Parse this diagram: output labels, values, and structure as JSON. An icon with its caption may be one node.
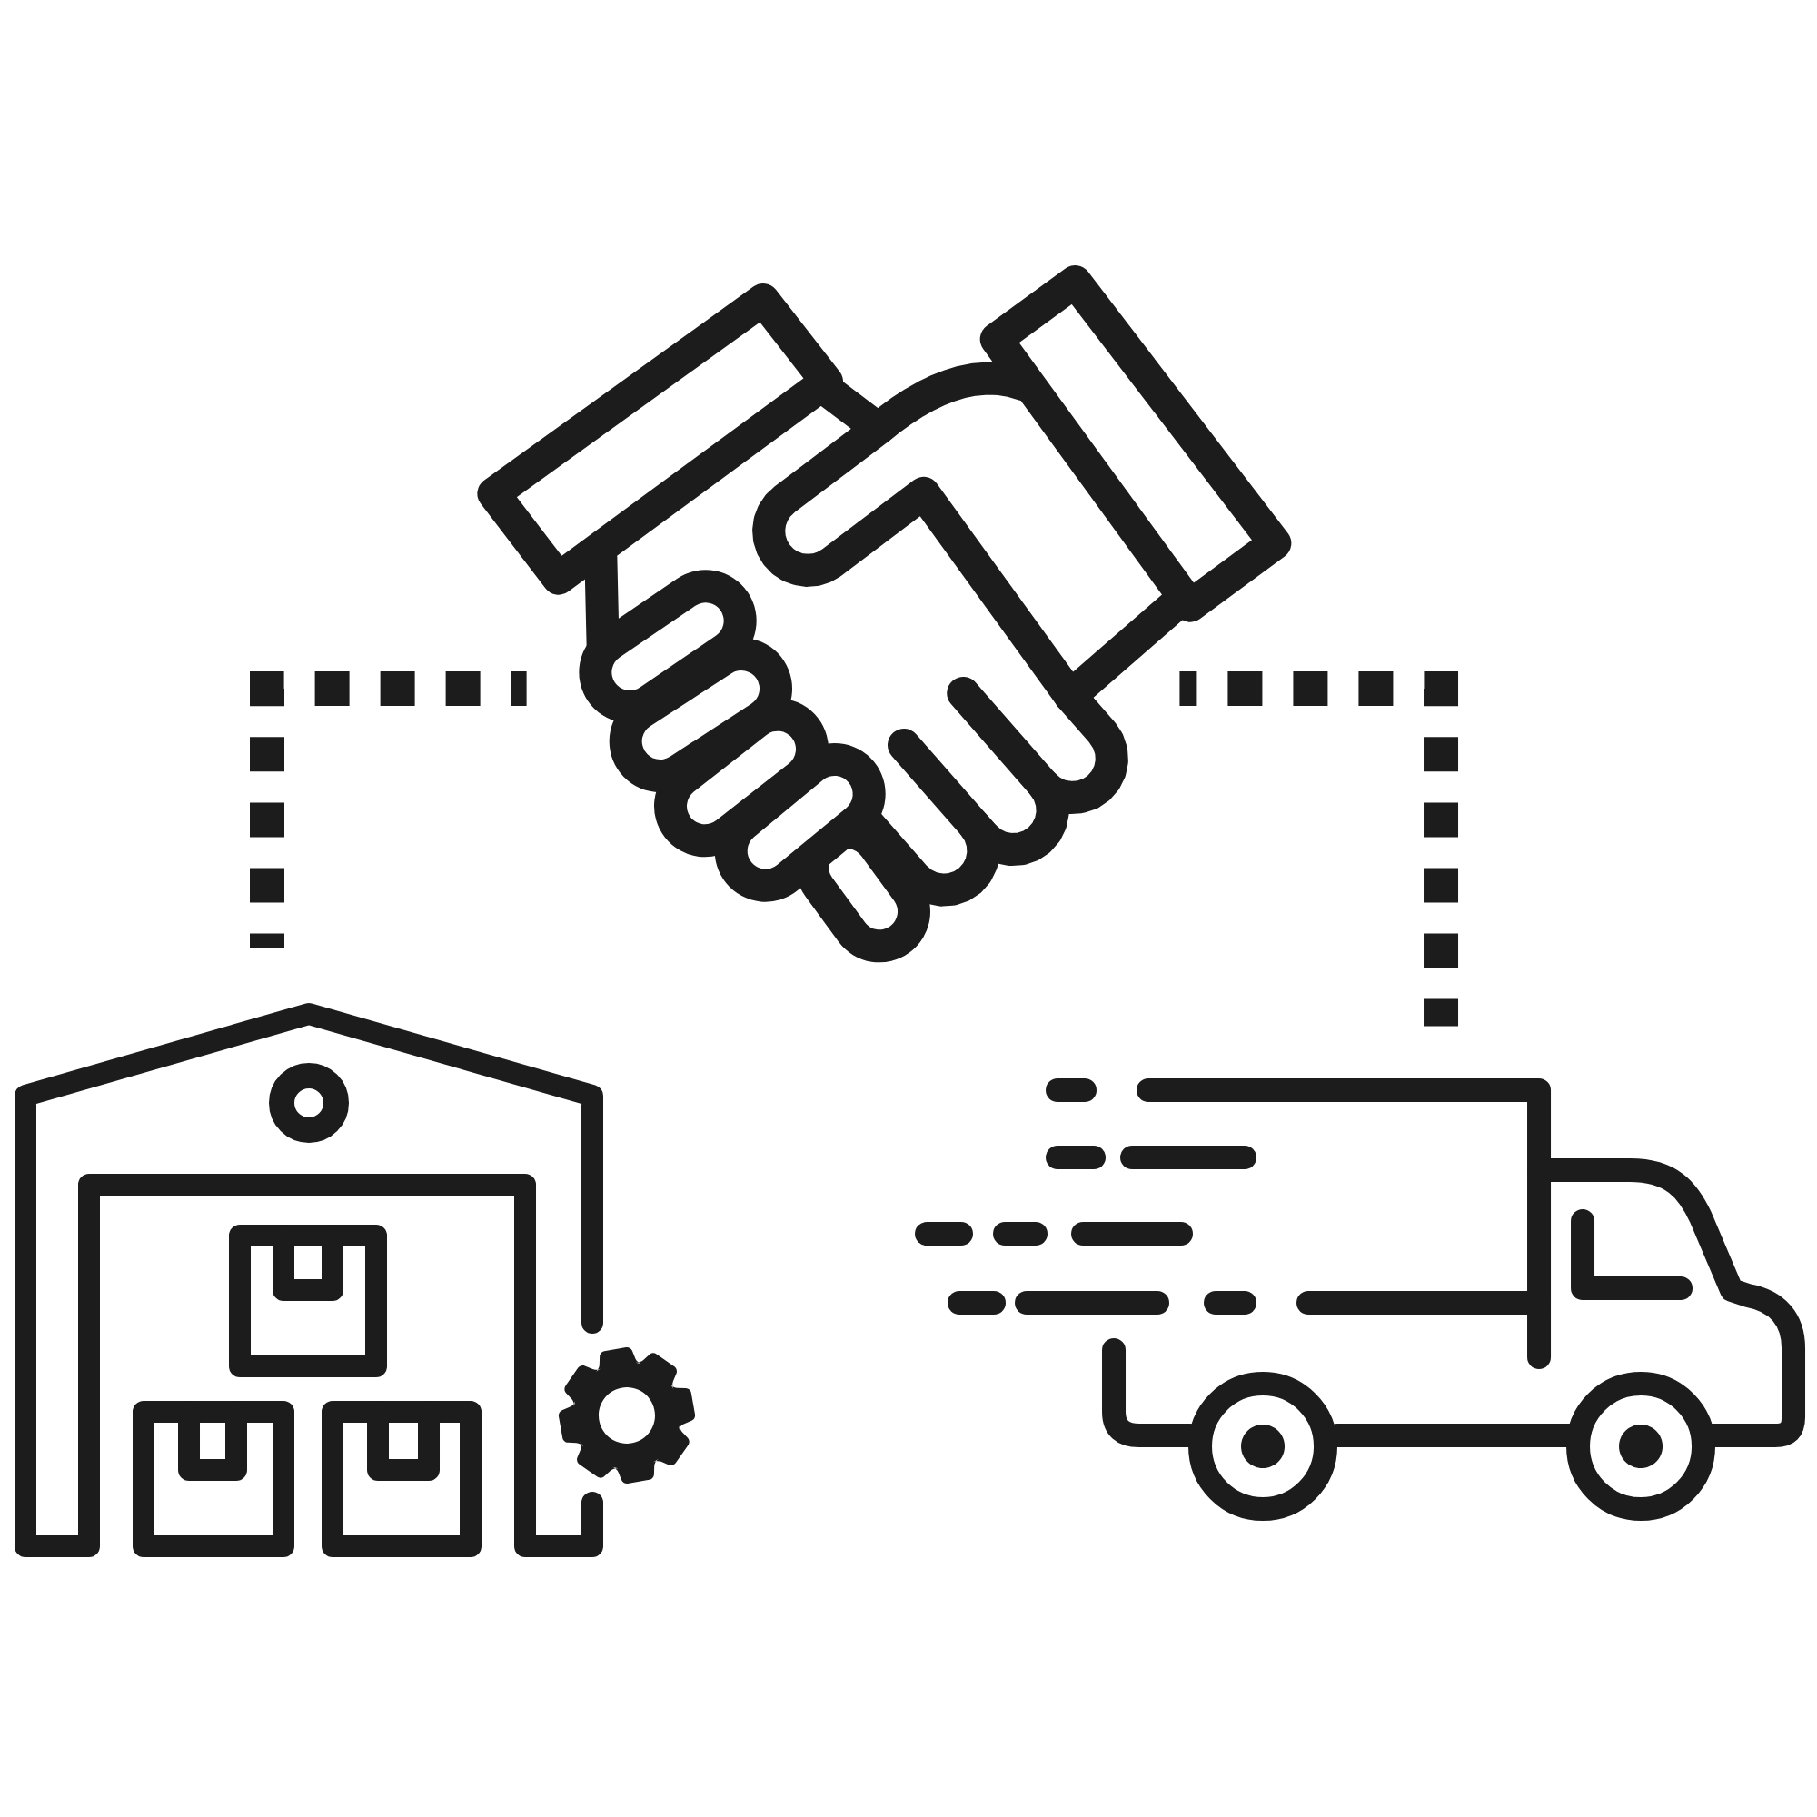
{
  "diagram": {
    "nodes": [
      {
        "text": [],
        "shape": "picture"
      },
      {
        "text": [],
        "shape": "picture"
      },
      {
        "text": [],
        "shape": "picture"
      }
    ],
    "edges": [
      {
        "from": 0,
        "to": 1,
        "arrow": "none",
        "style": "dashed"
      },
      {
        "from": 0,
        "to": 2,
        "arrow": "none",
        "style": "dashed"
      }
    ]
  }
}
